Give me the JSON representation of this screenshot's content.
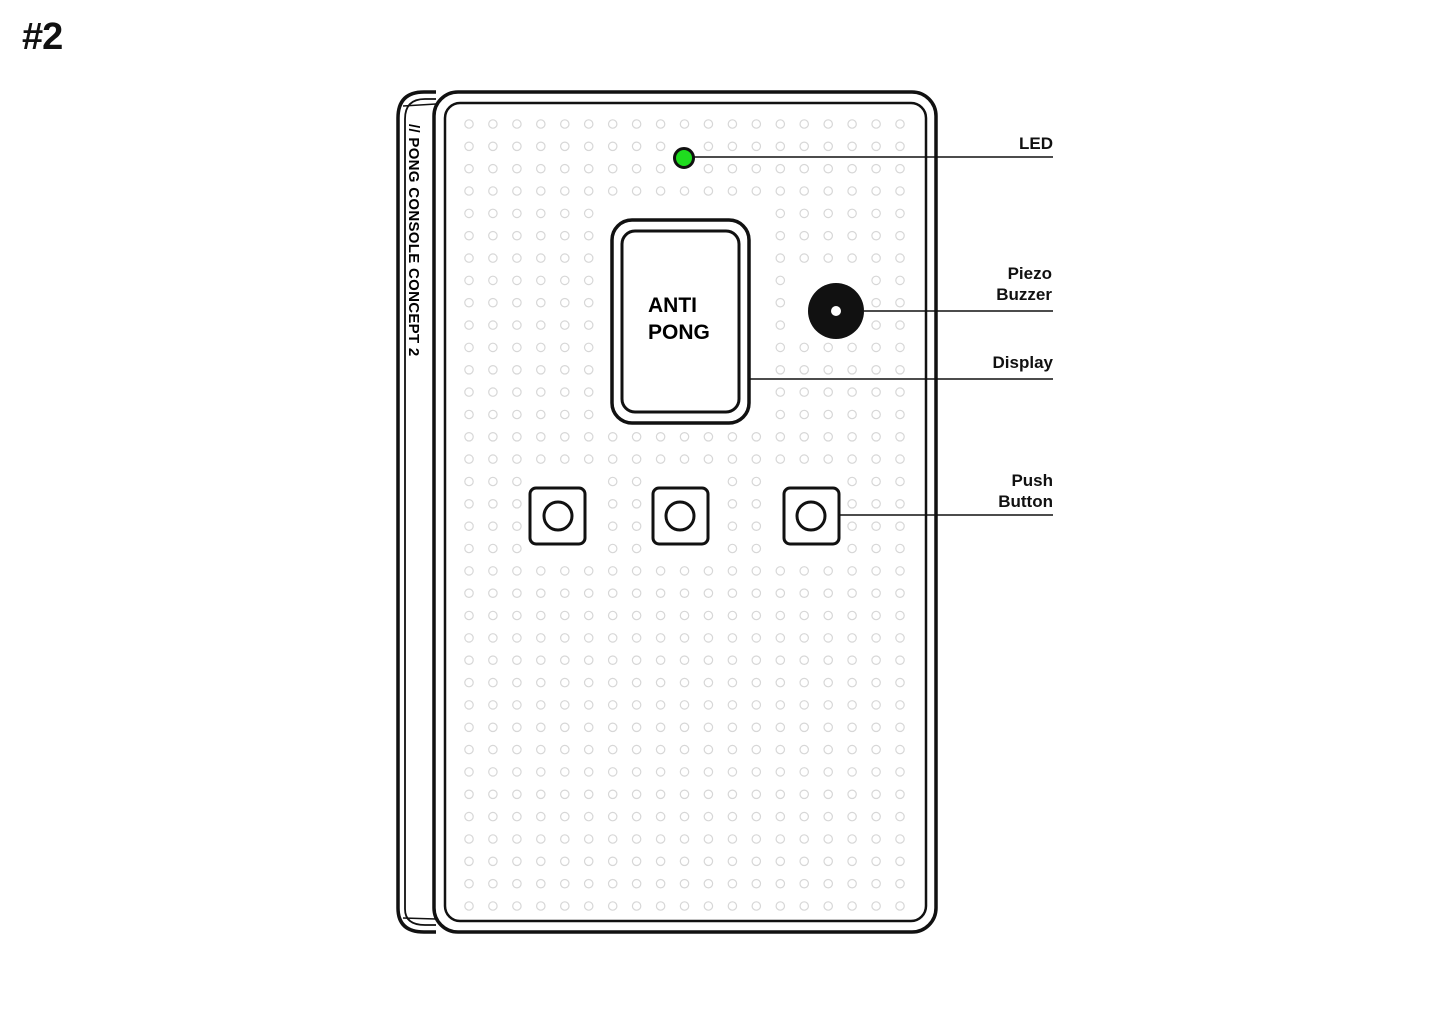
{
  "figure_label": "#2",
  "spine_text": "// PONG CONSOLE CONCEPT 2",
  "display": {
    "line1": "ANTI",
    "line2": "PONG"
  },
  "callouts": {
    "led": "LED",
    "piezo": "Piezo\nBuzzer",
    "display": "Display",
    "push_button": "Push\nButton"
  },
  "colors": {
    "led": "#1fdc1f",
    "stroke": "#111111",
    "dot_grid": "#d7d7d7"
  },
  "push_button_count": 3
}
